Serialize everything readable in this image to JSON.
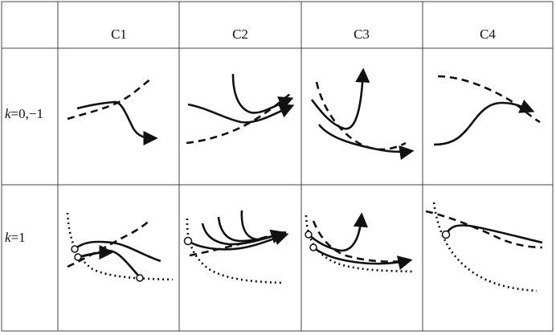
{
  "columns": [
    "C1",
    "C2",
    "C3",
    "C4"
  ],
  "rows": [
    {
      "k_symbol": "k",
      "k_value": "=0,−1"
    },
    {
      "k_symbol": "k",
      "k_value": "=1"
    }
  ],
  "legend_hint": {
    "solid": "trajectory",
    "dashed": "reference curve",
    "dotted": "boundary"
  }
}
